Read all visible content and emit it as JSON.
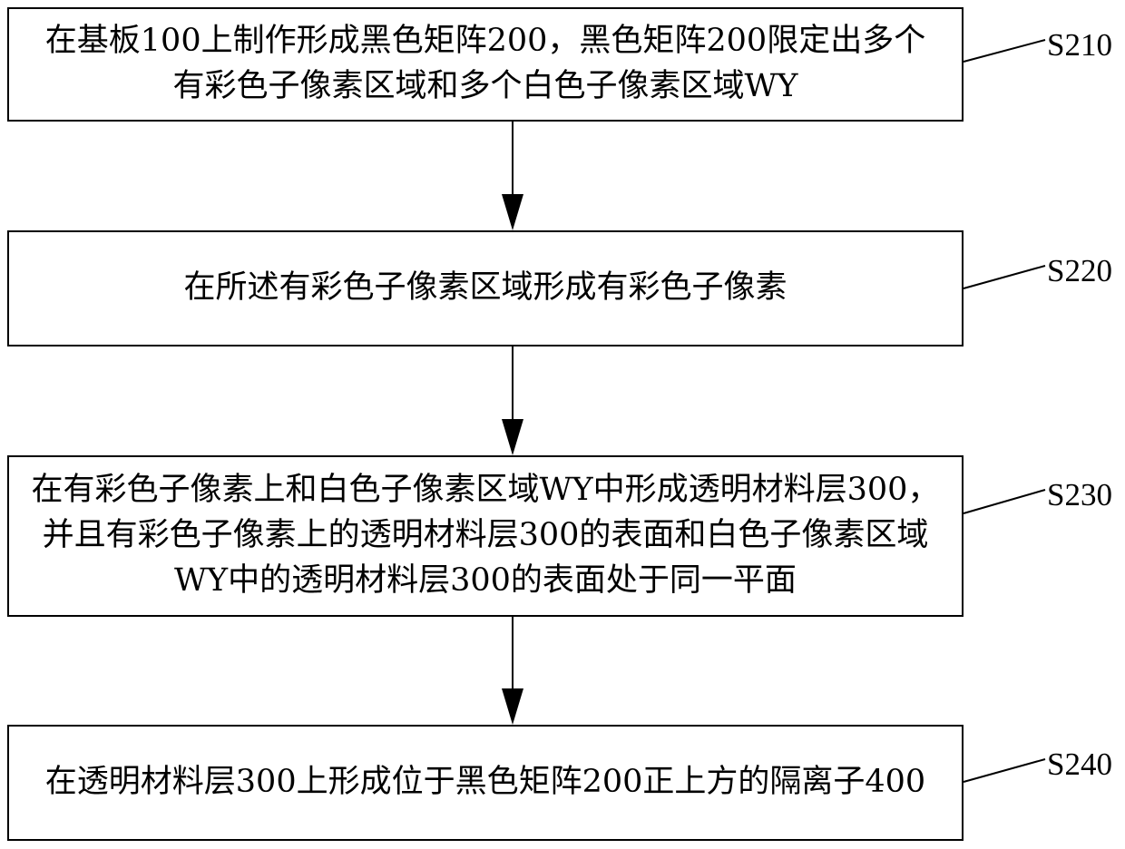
{
  "flowchart": {
    "steps": [
      {
        "id": "S210",
        "label": "S210",
        "text": "在基板100上制作形成黑色矩阵200，黑色矩阵200限定出多个有彩色子像素区域和多个白色子像素区域WY"
      },
      {
        "id": "S220",
        "label": "S220",
        "text": "在所述有彩色子像素区域形成有彩色子像素"
      },
      {
        "id": "S230",
        "label": "S230",
        "text": "在有彩色子像素上和白色子像素区域WY中形成透明材料层300，并且有彩色子像素上的透明材料层300的表面和白色子像素区域WY中的透明材料层300的表面处于同一平面"
      },
      {
        "id": "S240",
        "label": "S240",
        "text": "在透明材料层300上形成位于黑色矩阵200正上方的隔离子400"
      }
    ]
  }
}
